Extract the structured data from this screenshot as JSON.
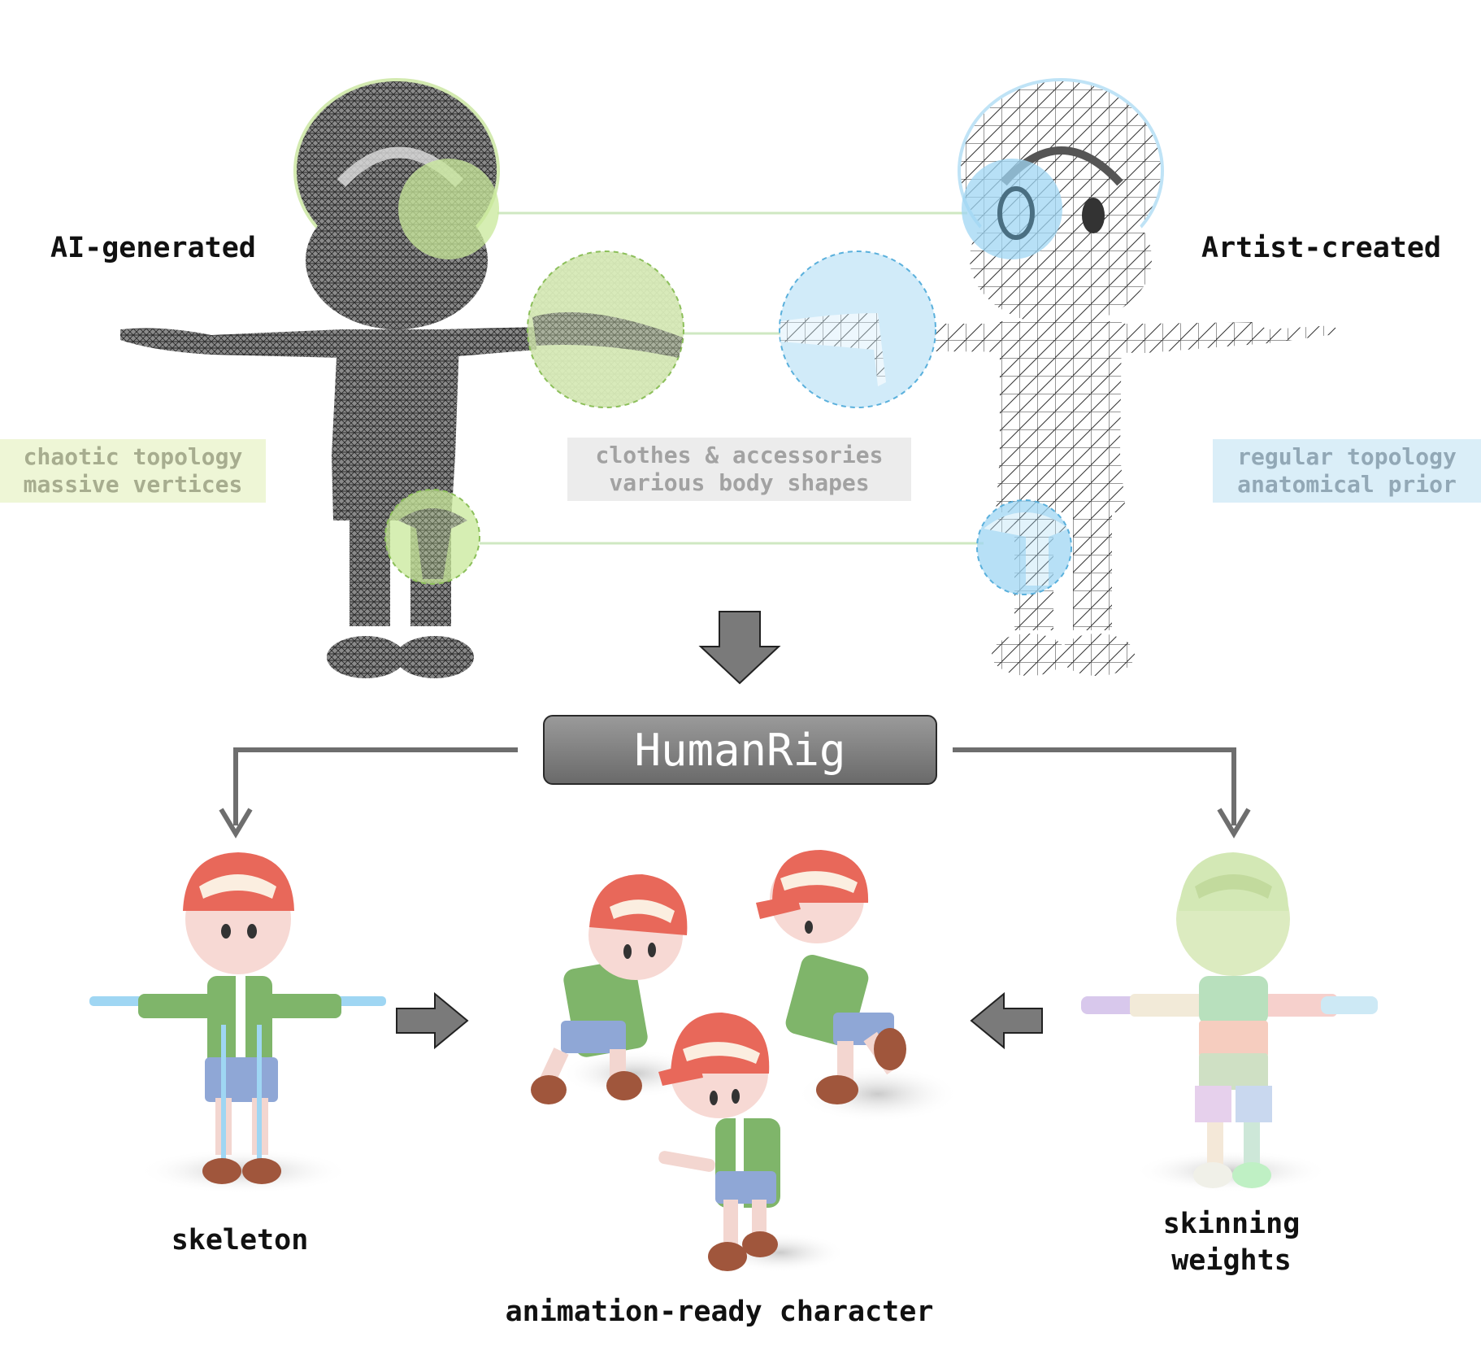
{
  "top": {
    "left_title": "AI-generated",
    "right_title": "Artist-created",
    "left_notes": [
      "chaotic topology",
      "massive vertices"
    ],
    "center_notes": [
      "clothes & accessories",
      "various body shapes"
    ],
    "right_notes": [
      "regular topology",
      "anatomical prior"
    ]
  },
  "center": {
    "method_name": "HumanRig"
  },
  "bottom": {
    "skeleton_label": "skeleton",
    "animation_label": "animation-ready character",
    "skinning_label_line1": "skinning",
    "skinning_label_line2": "weights"
  },
  "colors": {
    "ai_accent": "#c8e89a",
    "artist_accent": "#9fd6f3",
    "arrow_gray": "#6e6e6e",
    "cap_red": "#e8685a",
    "jacket_green": "#7fb56a",
    "shorts_blue": "#8fa7d6"
  }
}
